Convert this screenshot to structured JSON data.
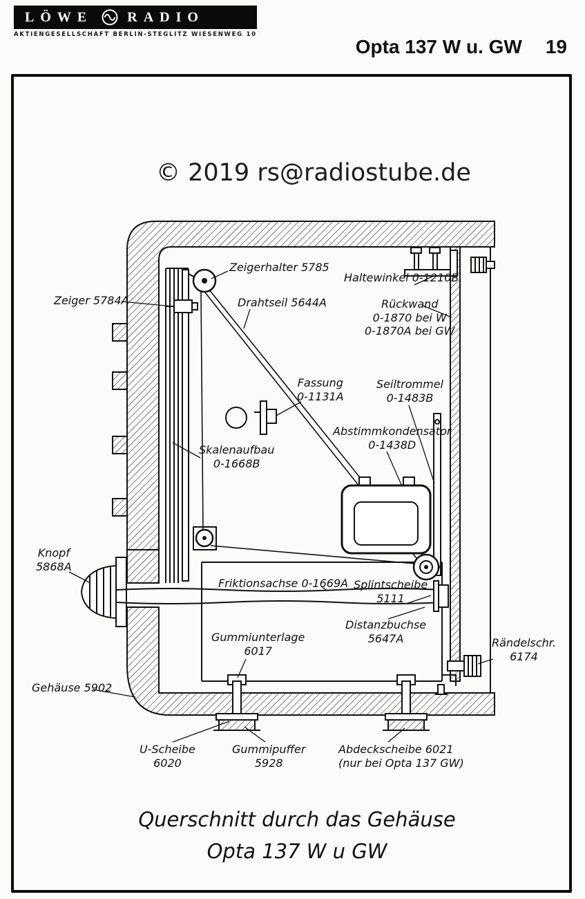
{
  "header": {
    "logo_left": "LÖWE",
    "logo_right": "RADIO",
    "logo_sub": "AKTIENGESELLSCHAFT BERLIN-STEGLITZ WIESENWEG 10",
    "model_title": "Opta 137 W u. GW",
    "page_number": "19"
  },
  "watermark": "© 2019 rs@radiostube.de",
  "diagram": {
    "labels": [
      {
        "id": "zeigerhalter",
        "text": "Zeigerhalter 5785"
      },
      {
        "id": "haltewinkel",
        "text": "Haltewinkel 0-1210B"
      },
      {
        "id": "zeiger",
        "text": "Zeiger 5784A"
      },
      {
        "id": "drahtseil",
        "text": "Drahtseil 5644A"
      },
      {
        "id": "rueckwand",
        "text": "Rückwand\n0-1870 bei W\n0-1870A bei GW"
      },
      {
        "id": "fassung",
        "text": "Fassung\n0-1131A"
      },
      {
        "id": "seiltrommel",
        "text": "Seiltrommel\n0-1483B"
      },
      {
        "id": "abstimmkondensator",
        "text": "Abstimmkondensator\n0-1438D"
      },
      {
        "id": "skalenaufbau",
        "text": "Skalenaufbau\n0-1668B"
      },
      {
        "id": "knopf",
        "text": "Knopf\n5868A"
      },
      {
        "id": "friktionsachse",
        "text": "Friktionsachse 0-1669A"
      },
      {
        "id": "splintscheibe",
        "text": "Splintscheibe\n5111"
      },
      {
        "id": "distanzbuchse",
        "text": "Distanzbuchse\n5647A"
      },
      {
        "id": "gummiunterlage",
        "text": "Gummiunterlage\n6017"
      },
      {
        "id": "raendelschraube",
        "text": "Rändelschr.\n6174"
      },
      {
        "id": "gehaeuse",
        "text": "Gehäuse 5902"
      },
      {
        "id": "u_scheibe",
        "text": "U-Scheibe\n6020"
      },
      {
        "id": "gummipuffer",
        "text": "Gummipuffer\n5928"
      },
      {
        "id": "abdeckscheibe",
        "text": "Abdeckscheibe 6021\n(nur bei Opta 137 GW)"
      }
    ],
    "caption_line1": "Querschnitt durch das Gehäuse",
    "caption_line2": "Opta 137 W u GW"
  }
}
